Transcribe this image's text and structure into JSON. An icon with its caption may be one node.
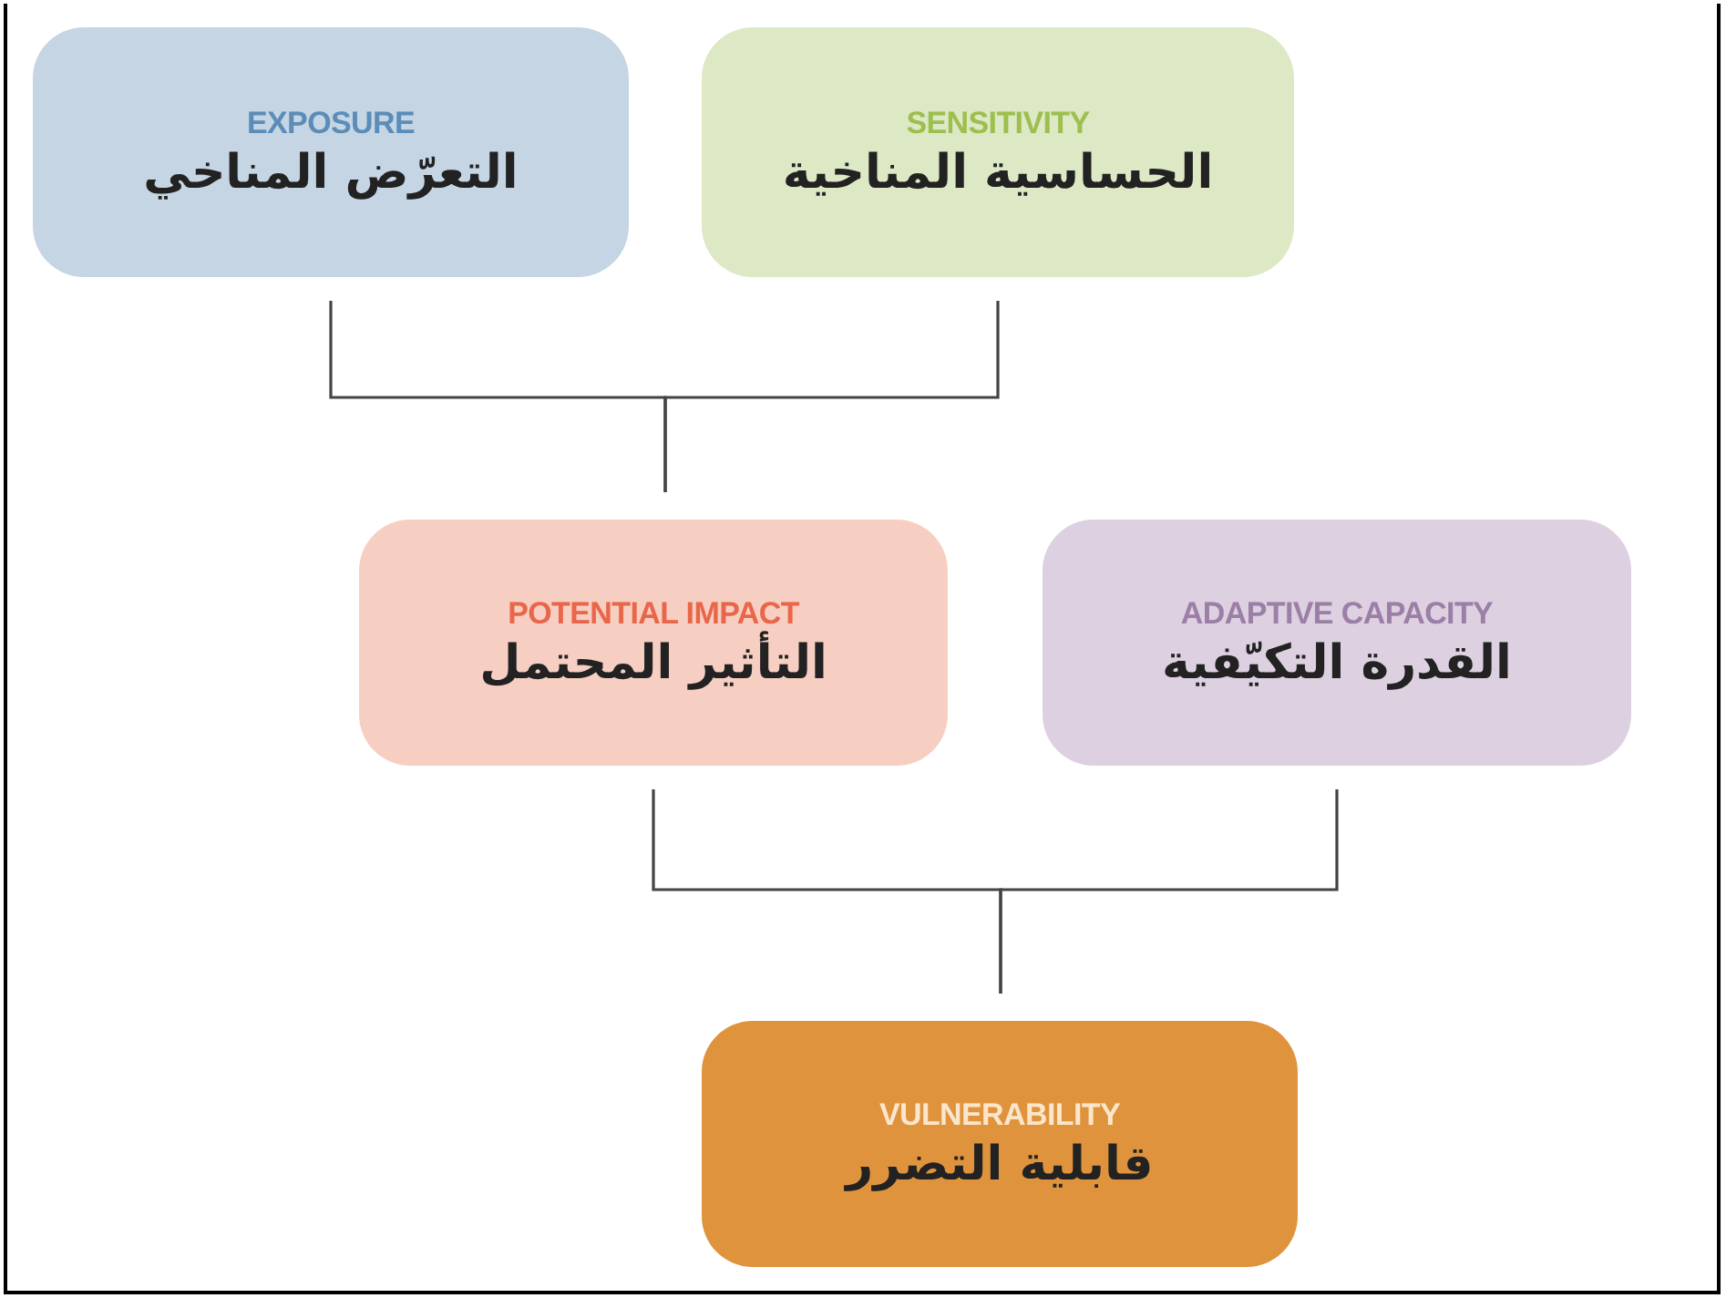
{
  "diagram": {
    "nodes": [
      {
        "text": [
          "EXPOSURE",
          "التعرّض المناخي"
        ]
      },
      {
        "text": [
          "SENSITIVITY",
          "الحساسية المناخية"
        ]
      },
      {
        "text": [
          "POTENTIAL IMPACT",
          "التأثير المحتمل"
        ]
      },
      {
        "text": [
          "ADAPTIVE CAPACITY",
          "القدرة التكيّفية"
        ]
      },
      {
        "text": [
          "VULNERABILITY",
          "قابلية التضرر"
        ]
      }
    ],
    "edges": [
      {
        "from": 0,
        "to": 2,
        "arrow": "none"
      },
      {
        "from": 1,
        "to": 2,
        "arrow": "none"
      },
      {
        "from": 2,
        "to": 4,
        "arrow": "none"
      },
      {
        "from": 3,
        "to": 4,
        "arrow": "none"
      }
    ]
  }
}
